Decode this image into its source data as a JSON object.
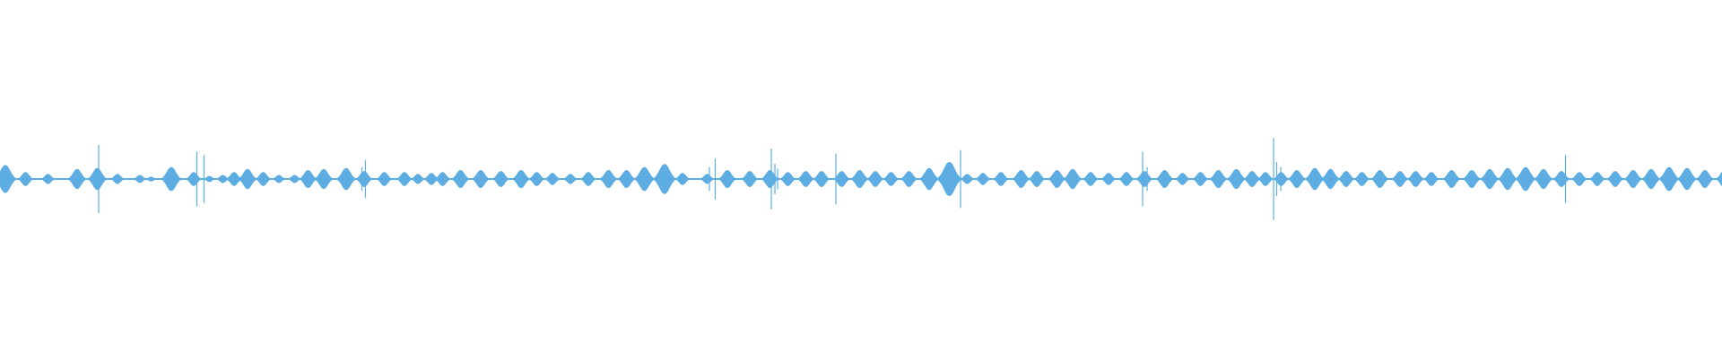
{
  "waveform": {
    "color": "#5dade2",
    "background": "#ffffff",
    "lobes": [
      [
        0.0,
        0.7
      ],
      [
        4.5,
        0.35
      ],
      [
        9.5,
        0.25
      ],
      [
        16.0,
        0.5
      ],
      [
        20.5,
        0.55
      ],
      [
        25.0,
        0.25
      ],
      [
        30.0,
        0.2
      ],
      [
        32.5,
        0.12
      ],
      [
        37.0,
        0.6
      ],
      [
        42.0,
        0.35
      ],
      [
        45.5,
        0.15
      ],
      [
        48.5,
        0.2
      ],
      [
        51.0,
        0.35
      ],
      [
        54.0,
        0.5
      ],
      [
        57.5,
        0.35
      ],
      [
        61.0,
        0.2
      ],
      [
        64.5,
        0.2
      ],
      [
        67.5,
        0.45
      ],
      [
        71.0,
        0.5
      ],
      [
        76.0,
        0.55
      ],
      [
        80.0,
        0.4
      ],
      [
        84.5,
        0.35
      ],
      [
        89.0,
        0.35
      ],
      [
        92.0,
        0.25
      ],
      [
        95.0,
        0.3
      ],
      [
        97.5,
        0.35
      ],
      [
        101.5,
        0.45
      ],
      [
        106.0,
        0.45
      ],
      [
        110.5,
        0.4
      ],
      [
        115.0,
        0.45
      ],
      [
        118.5,
        0.35
      ],
      [
        122.0,
        0.3
      ],
      [
        126.0,
        0.25
      ],
      [
        130.0,
        0.35
      ],
      [
        134.5,
        0.45
      ],
      [
        138.5,
        0.45
      ],
      [
        142.5,
        0.6
      ],
      [
        147.0,
        0.75
      ],
      [
        151.0,
        0.3
      ],
      [
        156.5,
        0.25
      ],
      [
        161.0,
        0.45
      ],
      [
        166.0,
        0.4
      ],
      [
        170.5,
        0.45
      ],
      [
        174.5,
        0.35
      ],
      [
        178.5,
        0.4
      ],
      [
        182.0,
        0.4
      ],
      [
        186.5,
        0.4
      ],
      [
        190.5,
        0.45
      ],
      [
        194.0,
        0.4
      ],
      [
        197.5,
        0.35
      ],
      [
        201.5,
        0.4
      ],
      [
        206.0,
        0.55
      ],
      [
        210.5,
        0.85
      ],
      [
        214.5,
        0.25
      ],
      [
        218.0,
        0.3
      ],
      [
        222.0,
        0.35
      ],
      [
        226.5,
        0.45
      ],
      [
        230.0,
        0.4
      ],
      [
        234.5,
        0.45
      ],
      [
        238.0,
        0.5
      ],
      [
        242.0,
        0.35
      ],
      [
        246.0,
        0.3
      ],
      [
        250.0,
        0.35
      ],
      [
        254.0,
        0.4
      ],
      [
        258.5,
        0.45
      ],
      [
        262.5,
        0.3
      ],
      [
        266.5,
        0.35
      ],
      [
        270.5,
        0.45
      ],
      [
        274.5,
        0.5
      ],
      [
        278.0,
        0.4
      ],
      [
        281.0,
        0.35
      ],
      [
        284.5,
        0.35
      ],
      [
        288.0,
        0.45
      ],
      [
        292.0,
        0.55
      ],
      [
        295.5,
        0.5
      ],
      [
        299.0,
        0.4
      ],
      [
        302.5,
        0.35
      ],
      [
        306.5,
        0.45
      ],
      [
        311.0,
        0.4
      ],
      [
        314.5,
        0.4
      ],
      [
        318.0,
        0.35
      ],
      [
        322.5,
        0.45
      ],
      [
        327.0,
        0.45
      ],
      [
        331.0,
        0.5
      ],
      [
        335.0,
        0.55
      ],
      [
        339.0,
        0.6
      ],
      [
        343.0,
        0.5
      ],
      [
        347.0,
        0.4
      ],
      [
        351.0,
        0.35
      ],
      [
        355.0,
        0.35
      ],
      [
        359.0,
        0.4
      ],
      [
        363.0,
        0.45
      ],
      [
        367.0,
        0.5
      ],
      [
        371.0,
        0.6
      ],
      [
        375.0,
        0.55
      ],
      [
        379.0,
        0.45
      ],
      [
        383.5,
        0.5
      ]
    ],
    "spikes": [
      [
        20.8,
        1.0
      ],
      [
        42.7,
        0.8
      ],
      [
        44.3,
        0.7
      ],
      [
        79.5,
        0.35
      ],
      [
        80.3,
        0.55
      ],
      [
        157.0,
        0.35
      ],
      [
        158.3,
        0.6
      ],
      [
        170.8,
        0.9
      ],
      [
        171.6,
        0.45
      ],
      [
        172.2,
        0.3
      ],
      [
        185.2,
        0.75
      ],
      [
        213.0,
        0.85
      ],
      [
        253.6,
        0.8
      ],
      [
        254.6,
        0.35
      ],
      [
        282.8,
        1.2
      ],
      [
        283.5,
        0.5
      ],
      [
        284.4,
        0.35
      ],
      [
        347.9,
        0.7
      ]
    ]
  }
}
